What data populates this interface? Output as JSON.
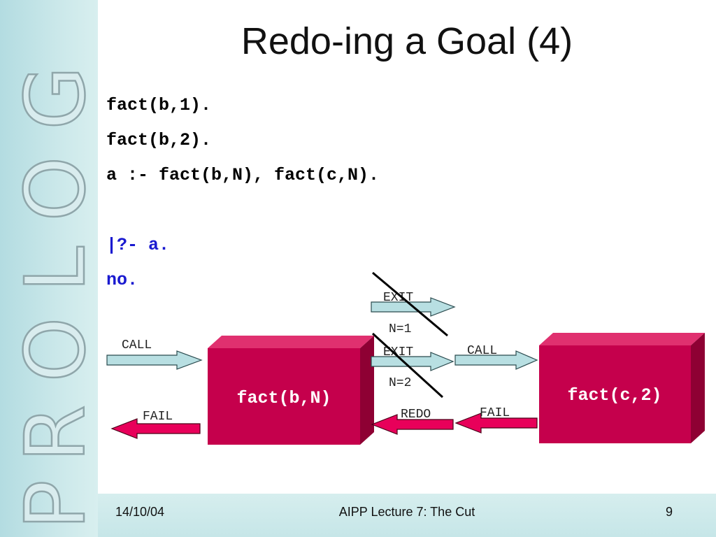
{
  "side_banner": {
    "text": "PROLOG",
    "letters": [
      "P",
      "R",
      "O",
      "L",
      "O",
      "G"
    ]
  },
  "title": "Redo-ing a Goal (4)",
  "code_lines": [
    "fact(b,1).",
    "fact(b,2).",
    "a :- fact(b,N), fact(c,N).",
    "|?- a.",
    "no."
  ],
  "diagram": {
    "box_left": "fact(b,N)",
    "box_right": "fact(c,2)",
    "labels": {
      "call_in": "CALL",
      "fail_out": "FAIL",
      "exit_1": "EXIT",
      "n1": "N=1",
      "exit_2": "EXIT",
      "n2": "N=2",
      "call_2": "CALL",
      "redo": "REDO",
      "fail_2": "FAIL"
    },
    "colors": {
      "box_front": "#c5004c",
      "box_top": "#e0306f",
      "box_side": "#8e0033",
      "arrow_forward": "#b8dfe2",
      "arrow_back": "#e8005a"
    }
  },
  "footer": {
    "date": "14/10/04",
    "course": "AIPP Lecture 7: The Cut",
    "page": "9"
  }
}
